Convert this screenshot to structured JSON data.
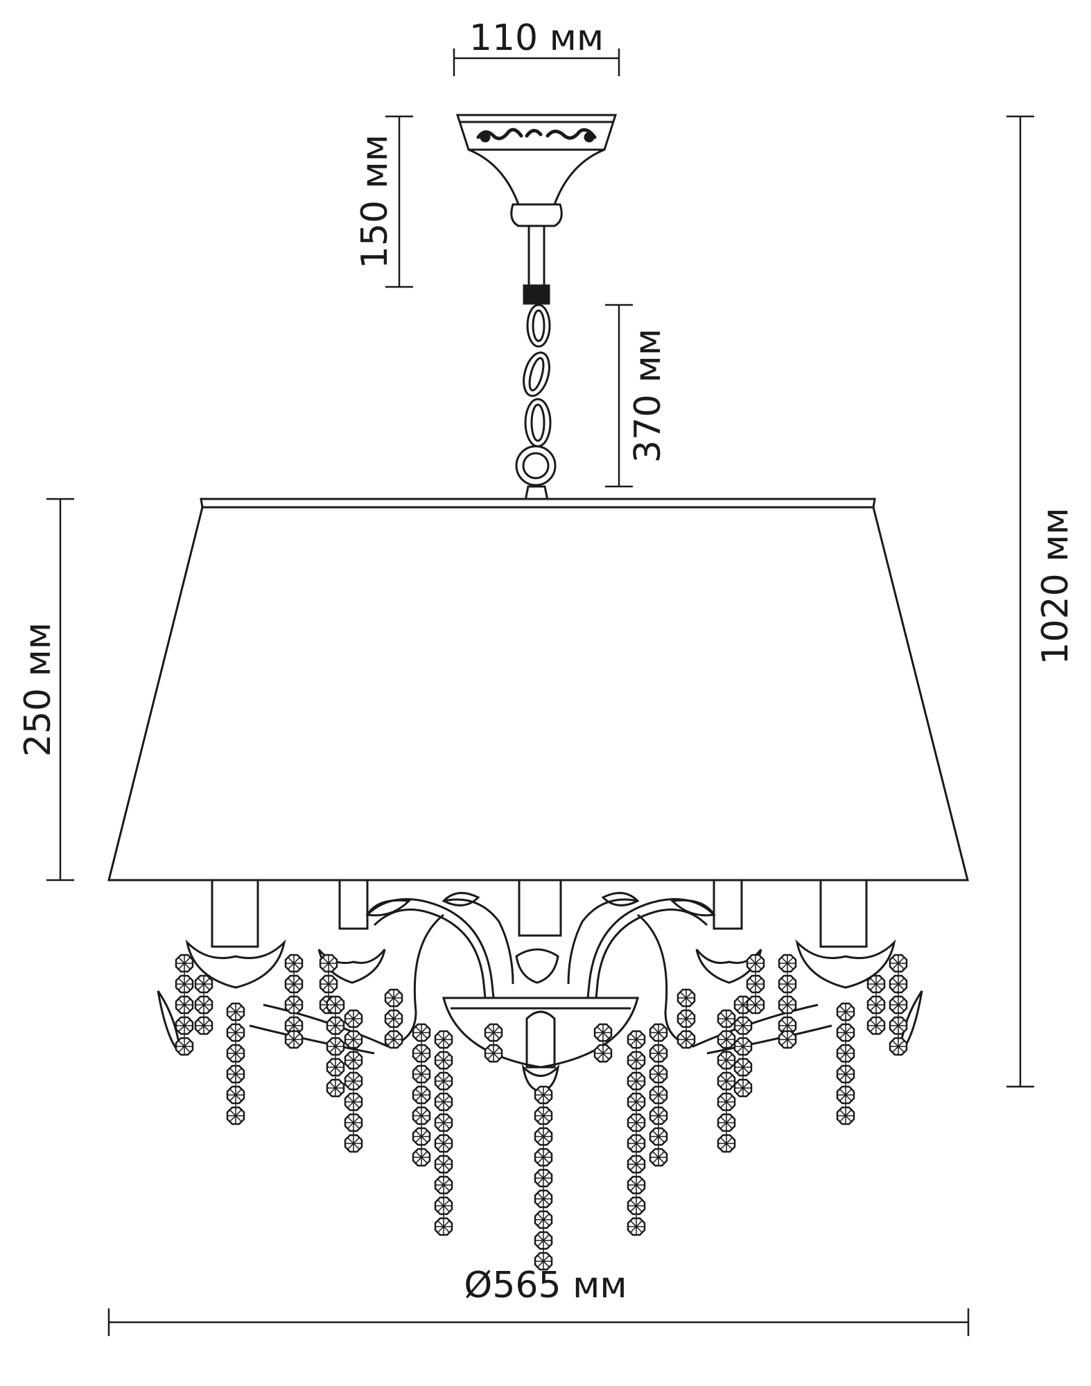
{
  "dimensions": {
    "mount_width": "110 мм",
    "mount_height": "150 мм",
    "chain_length": "370 мм",
    "shade_height": "250 мм",
    "total_height": "1020 мм",
    "diameter": "Ø565 мм"
  },
  "colors": {
    "line": "#1a1a1a",
    "background": "#ffffff"
  }
}
